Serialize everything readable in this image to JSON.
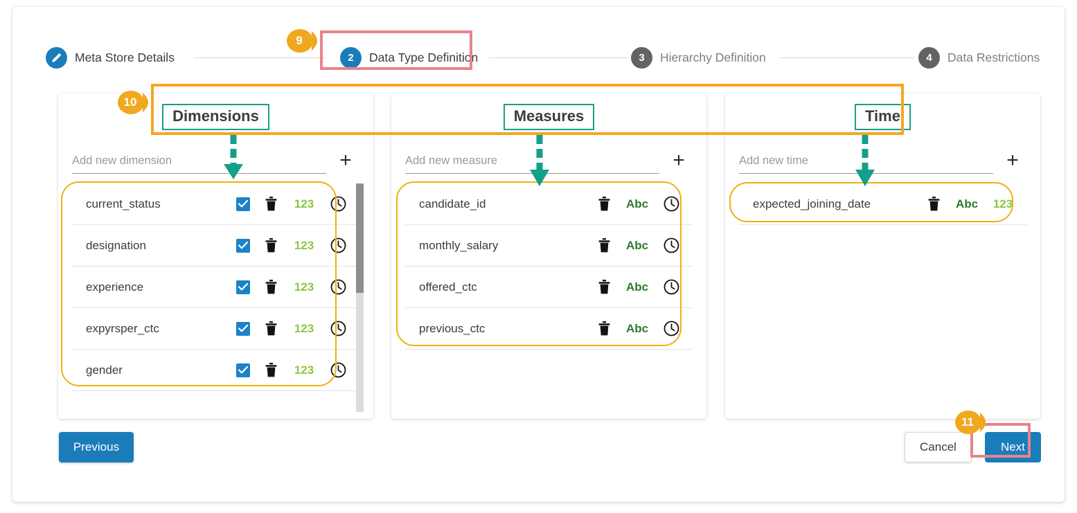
{
  "stepper": {
    "steps": [
      {
        "num": "",
        "label": "Meta Store Details",
        "state": "done",
        "icon": "pencil-icon"
      },
      {
        "num": "2",
        "label": "Data Type Definition",
        "state": "active",
        "icon": ""
      },
      {
        "num": "3",
        "label": "Hierarchy Definition",
        "state": "todo",
        "icon": ""
      },
      {
        "num": "4",
        "label": "Data Restrictions",
        "state": "todo",
        "icon": ""
      }
    ]
  },
  "columns": [
    {
      "key": "dimensions",
      "title": "Dimensions",
      "input_value": "",
      "input_placeholder": "Add new dimension",
      "add_icon": "plus-icon",
      "has_scrollbar": true,
      "rows": [
        {
          "name": "current_status",
          "checkbox": true,
          "trash": "trash-icon",
          "type_num": "123",
          "type_abc": "",
          "clock": true
        },
        {
          "name": "designation",
          "checkbox": true,
          "trash": "trash-icon",
          "type_num": "123",
          "type_abc": "",
          "clock": true
        },
        {
          "name": "experience",
          "checkbox": true,
          "trash": "trash-icon",
          "type_num": "123",
          "type_abc": "",
          "clock": true
        },
        {
          "name": "expyrsper_ctc",
          "checkbox": true,
          "trash": "trash-icon",
          "type_num": "123",
          "type_abc": "",
          "clock": true
        },
        {
          "name": "gender",
          "checkbox": true,
          "trash": "trash-icon",
          "type_num": "123",
          "type_abc": "",
          "clock": true
        }
      ]
    },
    {
      "key": "measures",
      "title": "Measures",
      "input_value": "",
      "input_placeholder": "Add new measure",
      "add_icon": "plus-icon",
      "has_scrollbar": false,
      "rows": [
        {
          "name": "candidate_id",
          "checkbox": false,
          "trash": "trash-icon",
          "type_num": "",
          "type_abc": "Abc",
          "clock": true
        },
        {
          "name": "monthly_salary",
          "checkbox": false,
          "trash": "trash-icon",
          "type_num": "",
          "type_abc": "Abc",
          "clock": true
        },
        {
          "name": "offered_ctc",
          "checkbox": false,
          "trash": "trash-icon",
          "type_num": "",
          "type_abc": "Abc",
          "clock": true
        },
        {
          "name": "previous_ctc",
          "checkbox": false,
          "trash": "trash-icon",
          "type_num": "",
          "type_abc": "Abc",
          "clock": true
        }
      ]
    },
    {
      "key": "time",
      "title": "Time",
      "input_value": "",
      "input_placeholder": "Add new time",
      "add_icon": "plus-icon",
      "has_scrollbar": false,
      "rows": [
        {
          "name": "expected_joining_date",
          "checkbox": false,
          "trash": "trash-icon",
          "type_num": "123",
          "type_abc": "Abc",
          "clock": false
        }
      ]
    }
  ],
  "buttons": {
    "previous": "Previous",
    "cancel": "Cancel",
    "next": "Next"
  },
  "annotations": {
    "badges": [
      {
        "id": "9",
        "label": "9"
      },
      {
        "id": "10",
        "label": "10"
      },
      {
        "id": "11",
        "label": "11"
      }
    ]
  },
  "colors": {
    "primary_blue": "#1b7cba",
    "badge_orange": "#f0a81e",
    "highlight_red": "#e8848a",
    "highlight_orange": "#f5a623",
    "teal_arrow": "#13a08a",
    "title_teal": "#1a9e87",
    "num_green": "#8cc63f",
    "abc_green": "#2d7a2d",
    "step_todo_gray": "#636363"
  }
}
